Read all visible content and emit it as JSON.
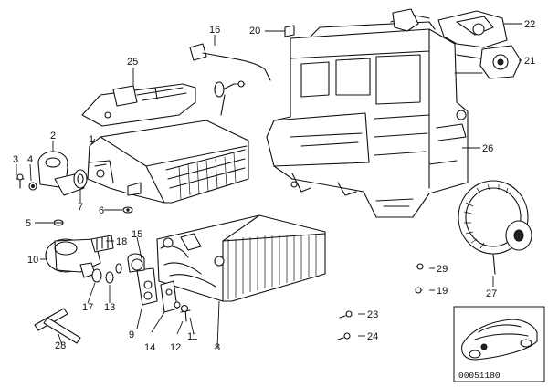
{
  "parts": {
    "p1": "1",
    "p2": "2",
    "p3": "3",
    "p4": "4",
    "p5": "5",
    "p6": "6",
    "p7": "7",
    "p8": "8",
    "p9": "9",
    "p10": "10",
    "p11": "11",
    "p12": "12",
    "p13": "13",
    "p14": "14",
    "p15": "15",
    "p16": "16",
    "p17": "17",
    "p18": "18",
    "p19": "19",
    "p20": "20",
    "p21": "21",
    "p22": "22",
    "p23": "23",
    "p24": "24",
    "p25": "25",
    "p26": "26",
    "p27": "27",
    "p28": "28",
    "p29": "29"
  },
  "inset": {
    "code": "00051180"
  }
}
